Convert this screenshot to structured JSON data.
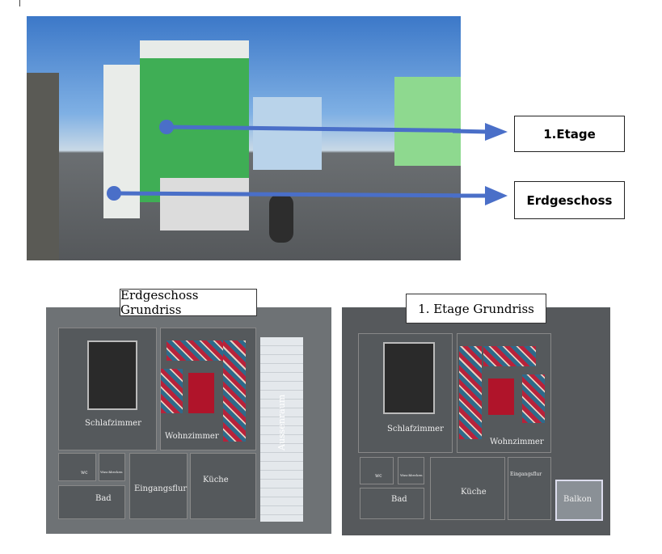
{
  "rendering": {
    "labels": {
      "upper": "1.Etage",
      "ground": "Erdgeschoss"
    },
    "colors": {
      "arrow": "#4a6fc8",
      "wall_green": "#3fae55"
    }
  },
  "ground_plan": {
    "title": "Erdgeschoss Grundriss",
    "rooms": {
      "bedroom": "Schlafzimmer",
      "living": "Wohnzimmer",
      "outside": "Aussenraum",
      "wc": "wc",
      "sink": "Waschbecken",
      "bath": "Bad",
      "hall": "Eingangsflur",
      "kitchen": "Küche"
    }
  },
  "upper_plan": {
    "title": "1. Etage Grundriss",
    "rooms": {
      "bedroom": "Schlafzimmer",
      "living": "Wohnzimmer",
      "wc": "wc",
      "sink": "Waschbecken",
      "bath": "Bad",
      "hall": "Eingangsflur",
      "kitchen": "Küche",
      "balcony": "Balkon"
    }
  }
}
